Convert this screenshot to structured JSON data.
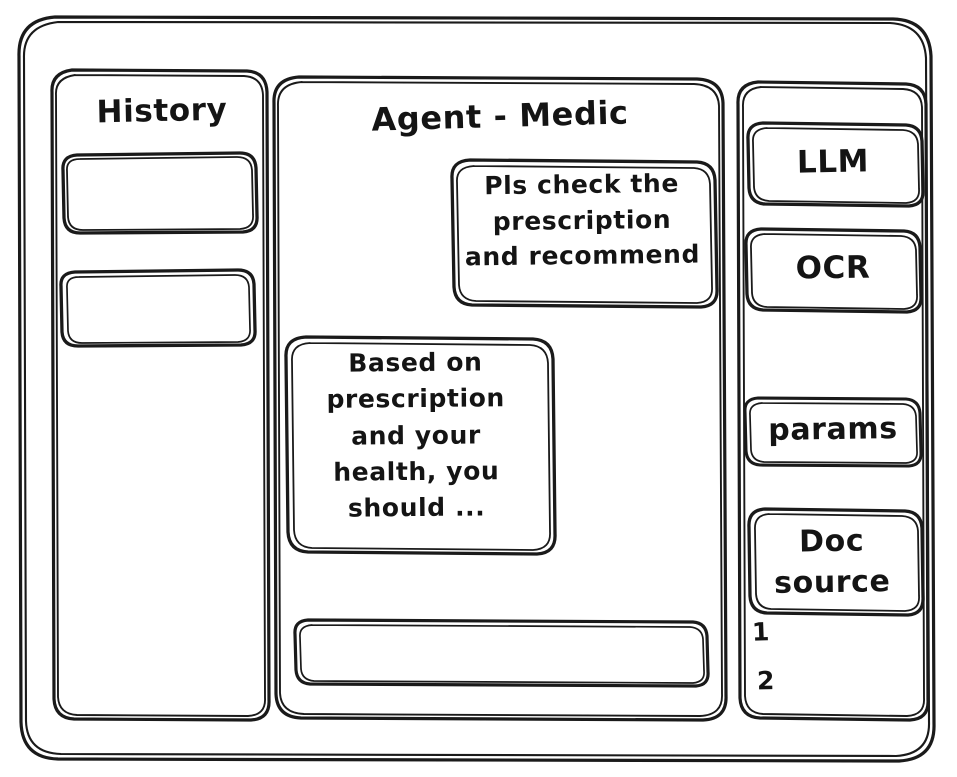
{
  "app": {
    "style": "hand-drawn-wireframe",
    "stroke_color": "#1a1a1a",
    "background_color": "#ffffff"
  },
  "sidebar_left": {
    "title": "History",
    "items": [
      {
        "label": "",
        "name": "history-item-1"
      },
      {
        "label": "",
        "name": "history-item-2"
      }
    ]
  },
  "main": {
    "title": "Agent - Medic",
    "messages": [
      {
        "role": "user",
        "align": "right",
        "text": "Pls check the\nprescription\nand recommend"
      },
      {
        "role": "assistant",
        "align": "left",
        "text": "Based on\nprescription\nand your\nhealth, you\nshould ..."
      }
    ],
    "composer": {
      "value": "",
      "placeholder": ""
    }
  },
  "sidebar_right": {
    "tools": [
      {
        "label": "LLM",
        "name": "tool-llm"
      },
      {
        "label": "OCR",
        "name": "tool-ocr"
      },
      {
        "label": "params",
        "name": "tool-params"
      },
      {
        "label": "Doc\nsource",
        "name": "tool-doc-source"
      }
    ],
    "doc_sources": [
      {
        "index": "1",
        "label": ""
      },
      {
        "index": "2",
        "label": ""
      }
    ]
  }
}
